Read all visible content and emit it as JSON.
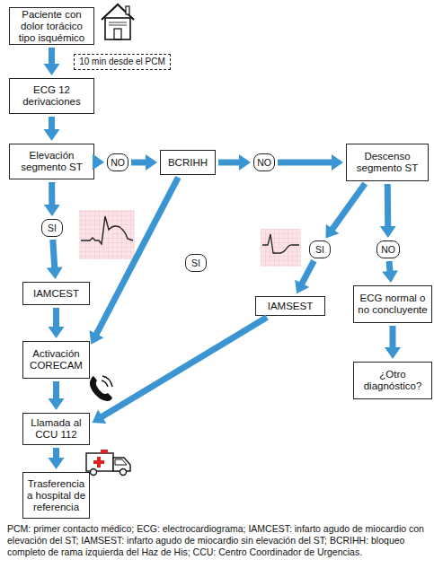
{
  "diagram": {
    "caption": "PCM: primer contacto médico; ECG: electrocardiograma; IAMCEST: infarto agudo de miocardio con elevación del ST; IAMSEST: infarto agudo de miocardio sin elevación del ST; BCRIHH: bloqueo completo de rama izquierda del Haz de His; CCU: Centro Coordinador de Urgencias.",
    "nodes": [
      {
        "text": [
          "Paciente con dolor torácico tipo isquémico"
        ]
      },
      {
        "text": [
          "10 min desde el PCM"
        ]
      },
      {
        "text": [
          "ECG 12 derivaciones"
        ]
      },
      {
        "text": [
          "Elevación segmento ST"
        ]
      },
      {
        "text": [
          "NO"
        ]
      },
      {
        "text": [
          "BCRIHH"
        ]
      },
      {
        "text": [
          "NO"
        ]
      },
      {
        "text": [
          "Descenso segmento ST"
        ]
      },
      {
        "text": [
          "SI"
        ]
      },
      {
        "text": [
          "SI"
        ]
      },
      {
        "text": [
          "NO"
        ]
      },
      {
        "text": [
          "SI"
        ]
      },
      {
        "text": [
          "IAMCEST"
        ]
      },
      {
        "text": [
          "ECG normal o no concluyente"
        ]
      },
      {
        "text": [
          "IAMSEST"
        ]
      },
      {
        "text": [
          "Activación CORECAM"
        ]
      },
      {
        "text": [
          "¿Otro diagnóstico?"
        ]
      },
      {
        "text": [
          "Llamada al CCU 112"
        ]
      },
      {
        "text": [
          "Trasferencia a hospital de referencia"
        ]
      }
    ],
    "edges": [
      {
        "from": 0,
        "to": 2,
        "arrow": "to"
      },
      {
        "from": 2,
        "to": 3,
        "arrow": "to"
      },
      {
        "from": 3,
        "to": 4,
        "arrow": "to"
      },
      {
        "from": 4,
        "to": 5,
        "arrow": "to"
      },
      {
        "from": 5,
        "to": 6,
        "arrow": "to"
      },
      {
        "from": 6,
        "to": 7,
        "arrow": "to"
      },
      {
        "from": 3,
        "to": 8,
        "arrow": "to"
      },
      {
        "from": 8,
        "to": 12,
        "arrow": "to"
      },
      {
        "from": 5,
        "to": 15,
        "arrow": "to"
      },
      {
        "from": 7,
        "to": 9,
        "arrow": "to"
      },
      {
        "from": 9,
        "to": 14,
        "arrow": "to"
      },
      {
        "from": 7,
        "to": 10,
        "arrow": "to"
      },
      {
        "from": 10,
        "to": 13,
        "arrow": "to"
      },
      {
        "from": 13,
        "to": 16,
        "arrow": "to"
      },
      {
        "from": 14,
        "to": 17,
        "arrow": "to"
      },
      {
        "from": 12,
        "to": 15,
        "arrow": "to"
      },
      {
        "from": 15,
        "to": 17,
        "arrow": "to"
      },
      {
        "from": 17,
        "to": 18,
        "arrow": "to"
      }
    ]
  }
}
